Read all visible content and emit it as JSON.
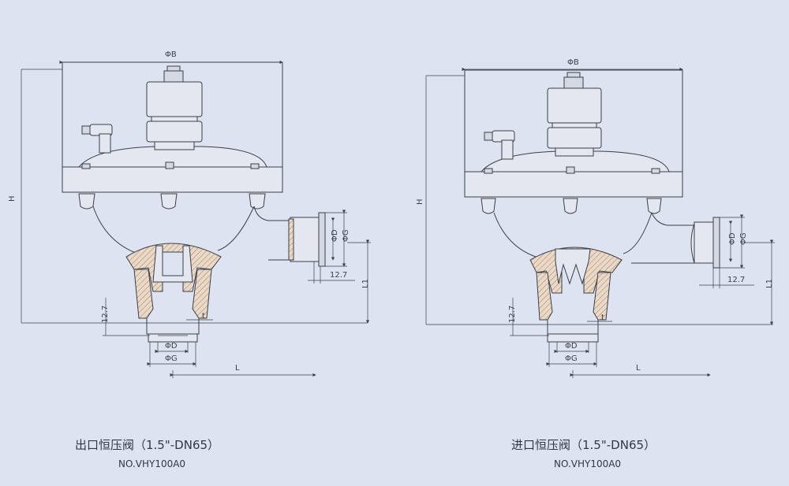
{
  "dimension_labels": {
    "phi_b": "ΦB",
    "phi_d": "ΦD",
    "phi_g": "ΦG",
    "h": "H",
    "l": "L",
    "l1": "L1",
    "dim_12_7": "12.7",
    "t": "t"
  },
  "left_drawing": {
    "title": "出口恒压阀（1.5\"-DN65）",
    "model": "NO.VHY100A0"
  },
  "right_drawing": {
    "title": "进口恒压阀（1.5\"-DN65）",
    "model": "NO.VHY100A0"
  }
}
